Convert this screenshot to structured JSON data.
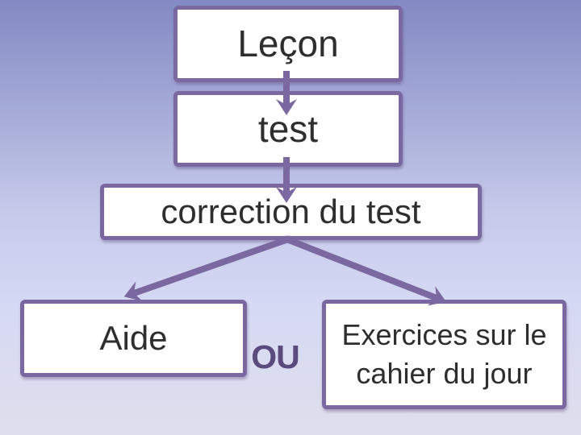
{
  "diagram": {
    "nodes": {
      "lecon": {
        "label": "Leçon"
      },
      "test": {
        "label": "test"
      },
      "correction": {
        "label": "correction du test"
      },
      "aide": {
        "label": "Aide"
      },
      "exercices": {
        "label": "Exercices sur le cahier du jour"
      }
    },
    "or_label": "OU",
    "edges": [
      {
        "from": "lecon",
        "to": "test"
      },
      {
        "from": "test",
        "to": "correction"
      },
      {
        "from": "correction",
        "to": "aide"
      },
      {
        "from": "correction",
        "to": "exercices"
      }
    ]
  },
  "colors": {
    "bg_top": "#8389c3",
    "bg_q1": "#a5aad7",
    "bg_mid": "#c7cbeb",
    "bg_low": "#d5d9f4",
    "bg_bottom": "#dfdeec",
    "box_border": "#7b68a1",
    "box_fill": "#ffffff",
    "arrow": "#7b68a1",
    "text": "#2e2e2e",
    "ou_text": "#5b4a7e"
  }
}
